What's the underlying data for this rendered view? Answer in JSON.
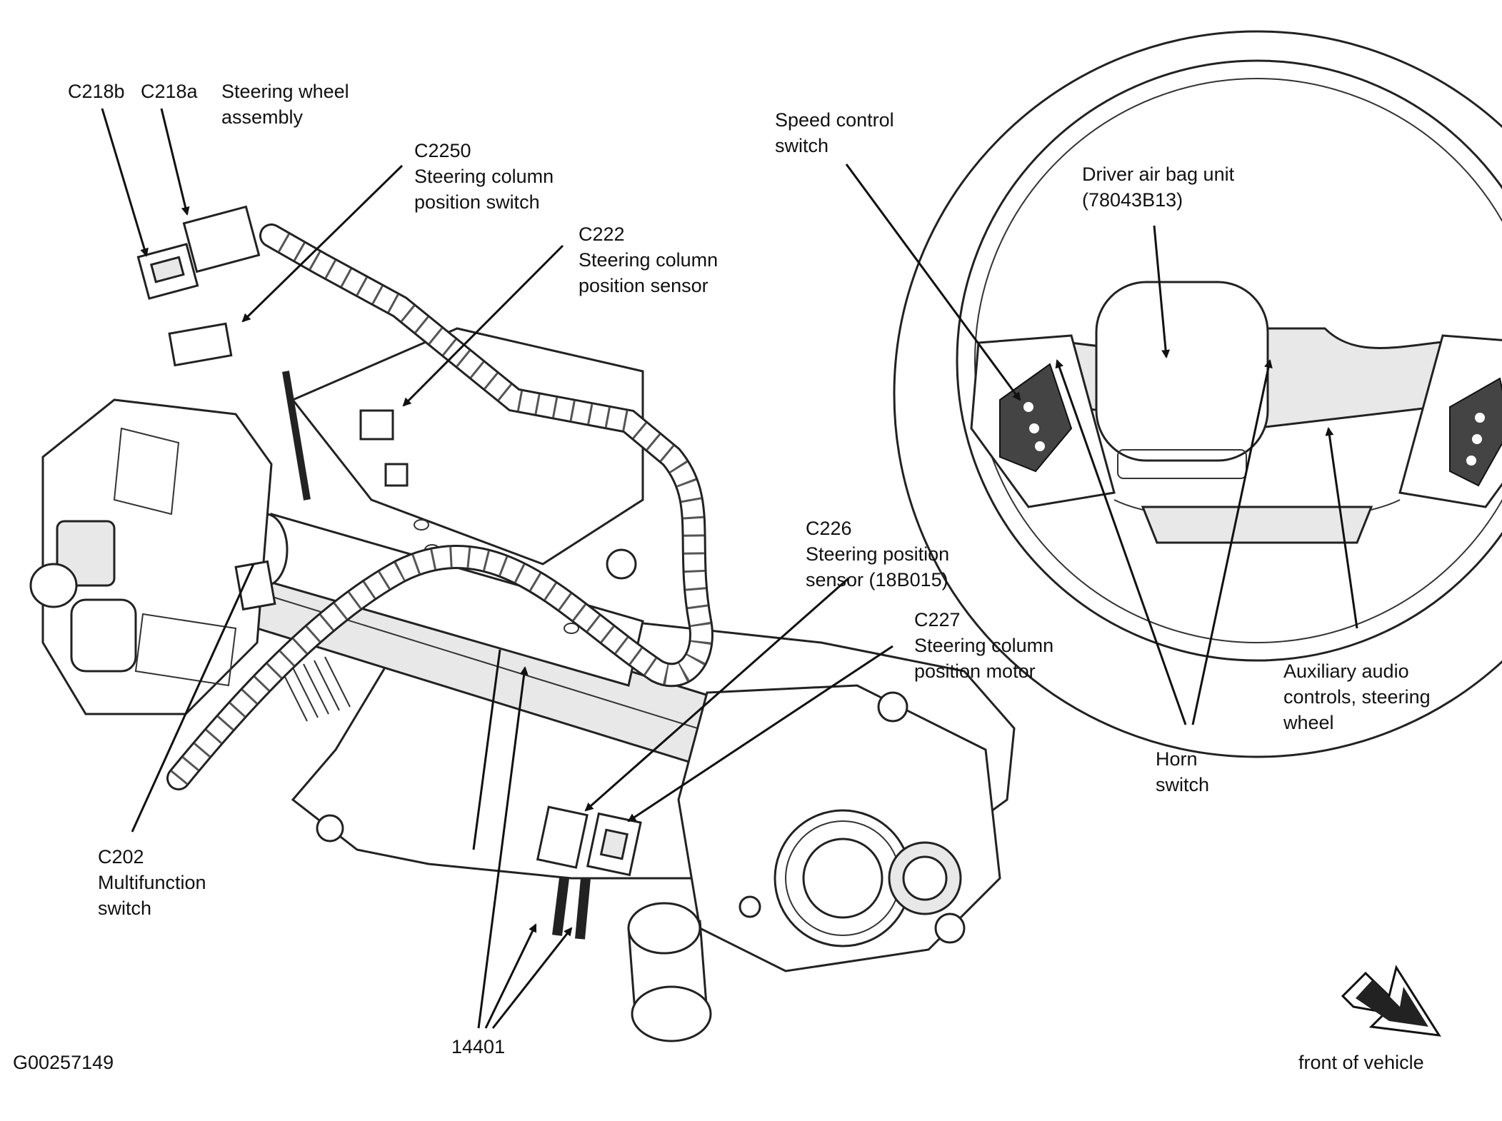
{
  "labels": {
    "c218b": "C218b",
    "c218a": "C218a",
    "steering_wheel_assembly": [
      "Steering wheel",
      "assembly"
    ],
    "c2250": [
      "C2250",
      "Steering column",
      "position switch"
    ],
    "c222": [
      "C222",
      "Steering column",
      "position sensor"
    ],
    "speed_control": [
      "Speed control",
      "switch"
    ],
    "driver_airbag": [
      "Driver air bag unit",
      "(78043B13)"
    ],
    "c226": [
      "C226",
      "Steering position",
      "sensor (18B015)"
    ],
    "c227": [
      "C227",
      "Steering column",
      "position motor"
    ],
    "aux_audio": [
      "Auxiliary audio",
      "controls, steering",
      "wheel"
    ],
    "horn_switch": [
      "Horn",
      "switch"
    ],
    "c202": [
      "C202",
      "Multifunction",
      "switch"
    ],
    "harness": "14401",
    "figure_id": "G00257149",
    "front_of_vehicle": "front of vehicle"
  },
  "icons": {
    "direction_arrow": "front-arrow-icon"
  }
}
